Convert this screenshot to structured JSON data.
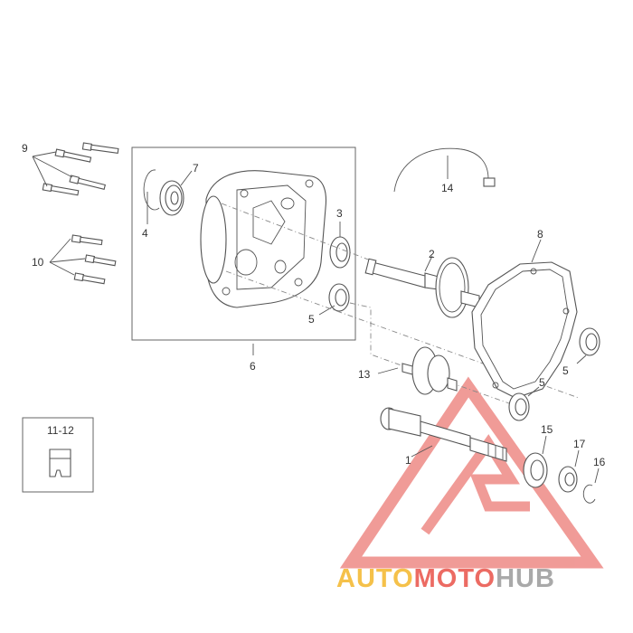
{
  "callouts": {
    "c1": "1",
    "c2": "2",
    "c3": "3",
    "c4": "4",
    "c5a": "5",
    "c5b": "5",
    "c5c": "5",
    "c6": "6",
    "c7": "7",
    "c8": "8",
    "c9": "9",
    "c10": "10",
    "c1112": "11-12",
    "c13": "13",
    "c14": "14",
    "c15": "15",
    "c16": "16",
    "c17": "17"
  },
  "watermark": {
    "part1": "AUTO",
    "part2": "MOTO",
    "part3": "HUB",
    "colors": {
      "auto": "#f5c14a",
      "moto": "#ec6b63",
      "hub": "#a9a9a9",
      "triangle": "#ee8a86"
    }
  }
}
